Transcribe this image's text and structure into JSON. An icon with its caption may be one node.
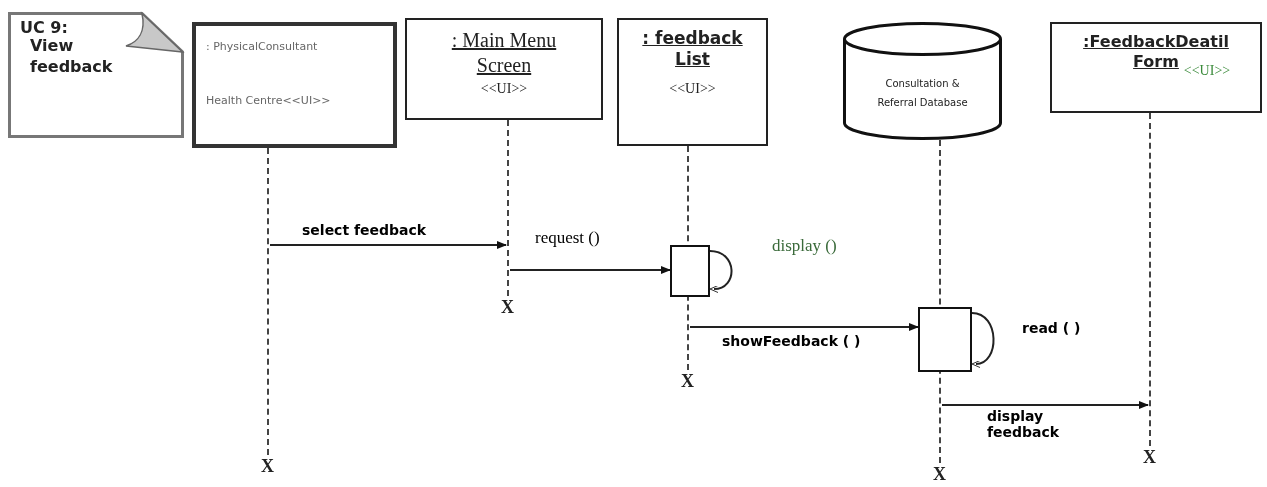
{
  "diagram": {
    "nodes": [
      {
        "text": [
          "UC 9:",
          "View feedback"
        ]
      },
      {
        "text": [
          ": PhysicalConsultant",
          "Health Centre<<UI>>"
        ]
      },
      {
        "text": [
          ": Main Menu Screen",
          "<<UI>>"
        ]
      },
      {
        "text": [
          ": feedback List",
          "<<UI>>"
        ]
      },
      {
        "text": [
          "Consultation & Referral Database"
        ]
      },
      {
        "text": [
          ":FeedbackDeatil Form",
          "<<UI>>"
        ]
      },
      {
        "text": [],
        "shape": "box"
      },
      {
        "text": [],
        "shape": "box"
      },
      {
        "text": [],
        "shape": "lifeline"
      },
      {
        "text": [],
        "shape": "lifeline"
      },
      {
        "text": [],
        "shape": "lifeline"
      },
      {
        "text": [],
        "shape": "lifeline"
      },
      {
        "text": [],
        "shape": "lifeline"
      }
    ],
    "edges": [
      {
        "from": 8,
        "to": 9,
        "arrow": "to",
        "label": "select feedback"
      },
      {
        "from": 9,
        "to": 6,
        "arrow": "to",
        "label": "request ()"
      },
      {
        "from": 6,
        "to": 6,
        "arrow": "to",
        "label": "display ()"
      },
      {
        "from": 10,
        "to": 7,
        "arrow": "to",
        "label": "showFeedback ( )"
      },
      {
        "from": 7,
        "to": 7,
        "arrow": "to",
        "label": "read ( )"
      },
      {
        "from": 11,
        "to": 12,
        "arrow": "to",
        "label": "display feedback"
      }
    ],
    "labels": [
      "X",
      "X",
      "X",
      "X",
      "X"
    ]
  }
}
